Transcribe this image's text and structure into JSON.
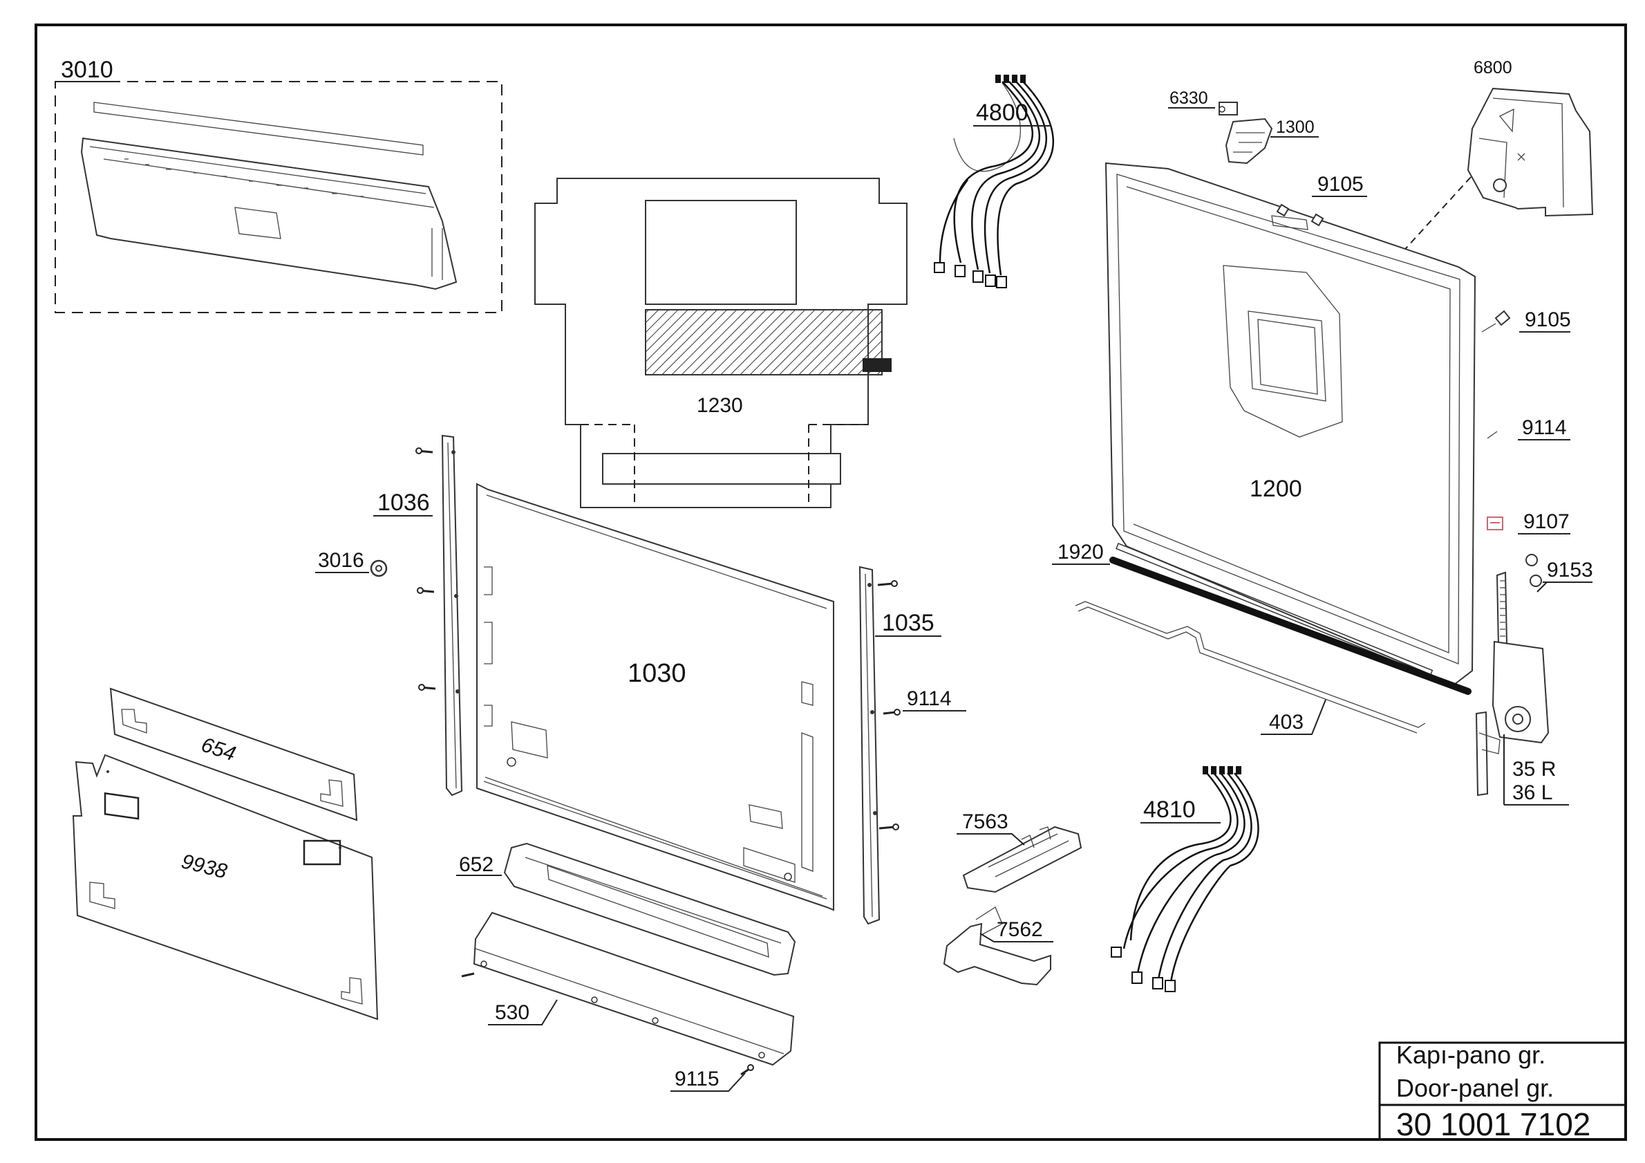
{
  "title_block": {
    "line1": "Kapı-pano gr.",
    "line2": "Door-panel gr.",
    "number": "30 1001 7102"
  },
  "parts": {
    "p3010": "3010",
    "p4800": "4800",
    "p6330": "6330",
    "p1300": "1300",
    "p6800": "6800",
    "p9105_top": "9105",
    "p9105_right": "9105",
    "p9114_right": "9114",
    "p1200": "1200",
    "p9107": "9107",
    "p1920": "1920",
    "p9153": "9153",
    "p403": "403",
    "p35r": "35 R",
    "p36l": "36 L",
    "p1230": "1230",
    "p1036": "1036",
    "p3016": "3016",
    "p1035": "1035",
    "p1030": "1030",
    "p9114_mid": "9114",
    "p654": "654",
    "p9938": "9938",
    "p652": "652",
    "p530": "530",
    "p9115": "9115",
    "p7563": "7563",
    "p7562": "7562",
    "p4810": "4810"
  }
}
